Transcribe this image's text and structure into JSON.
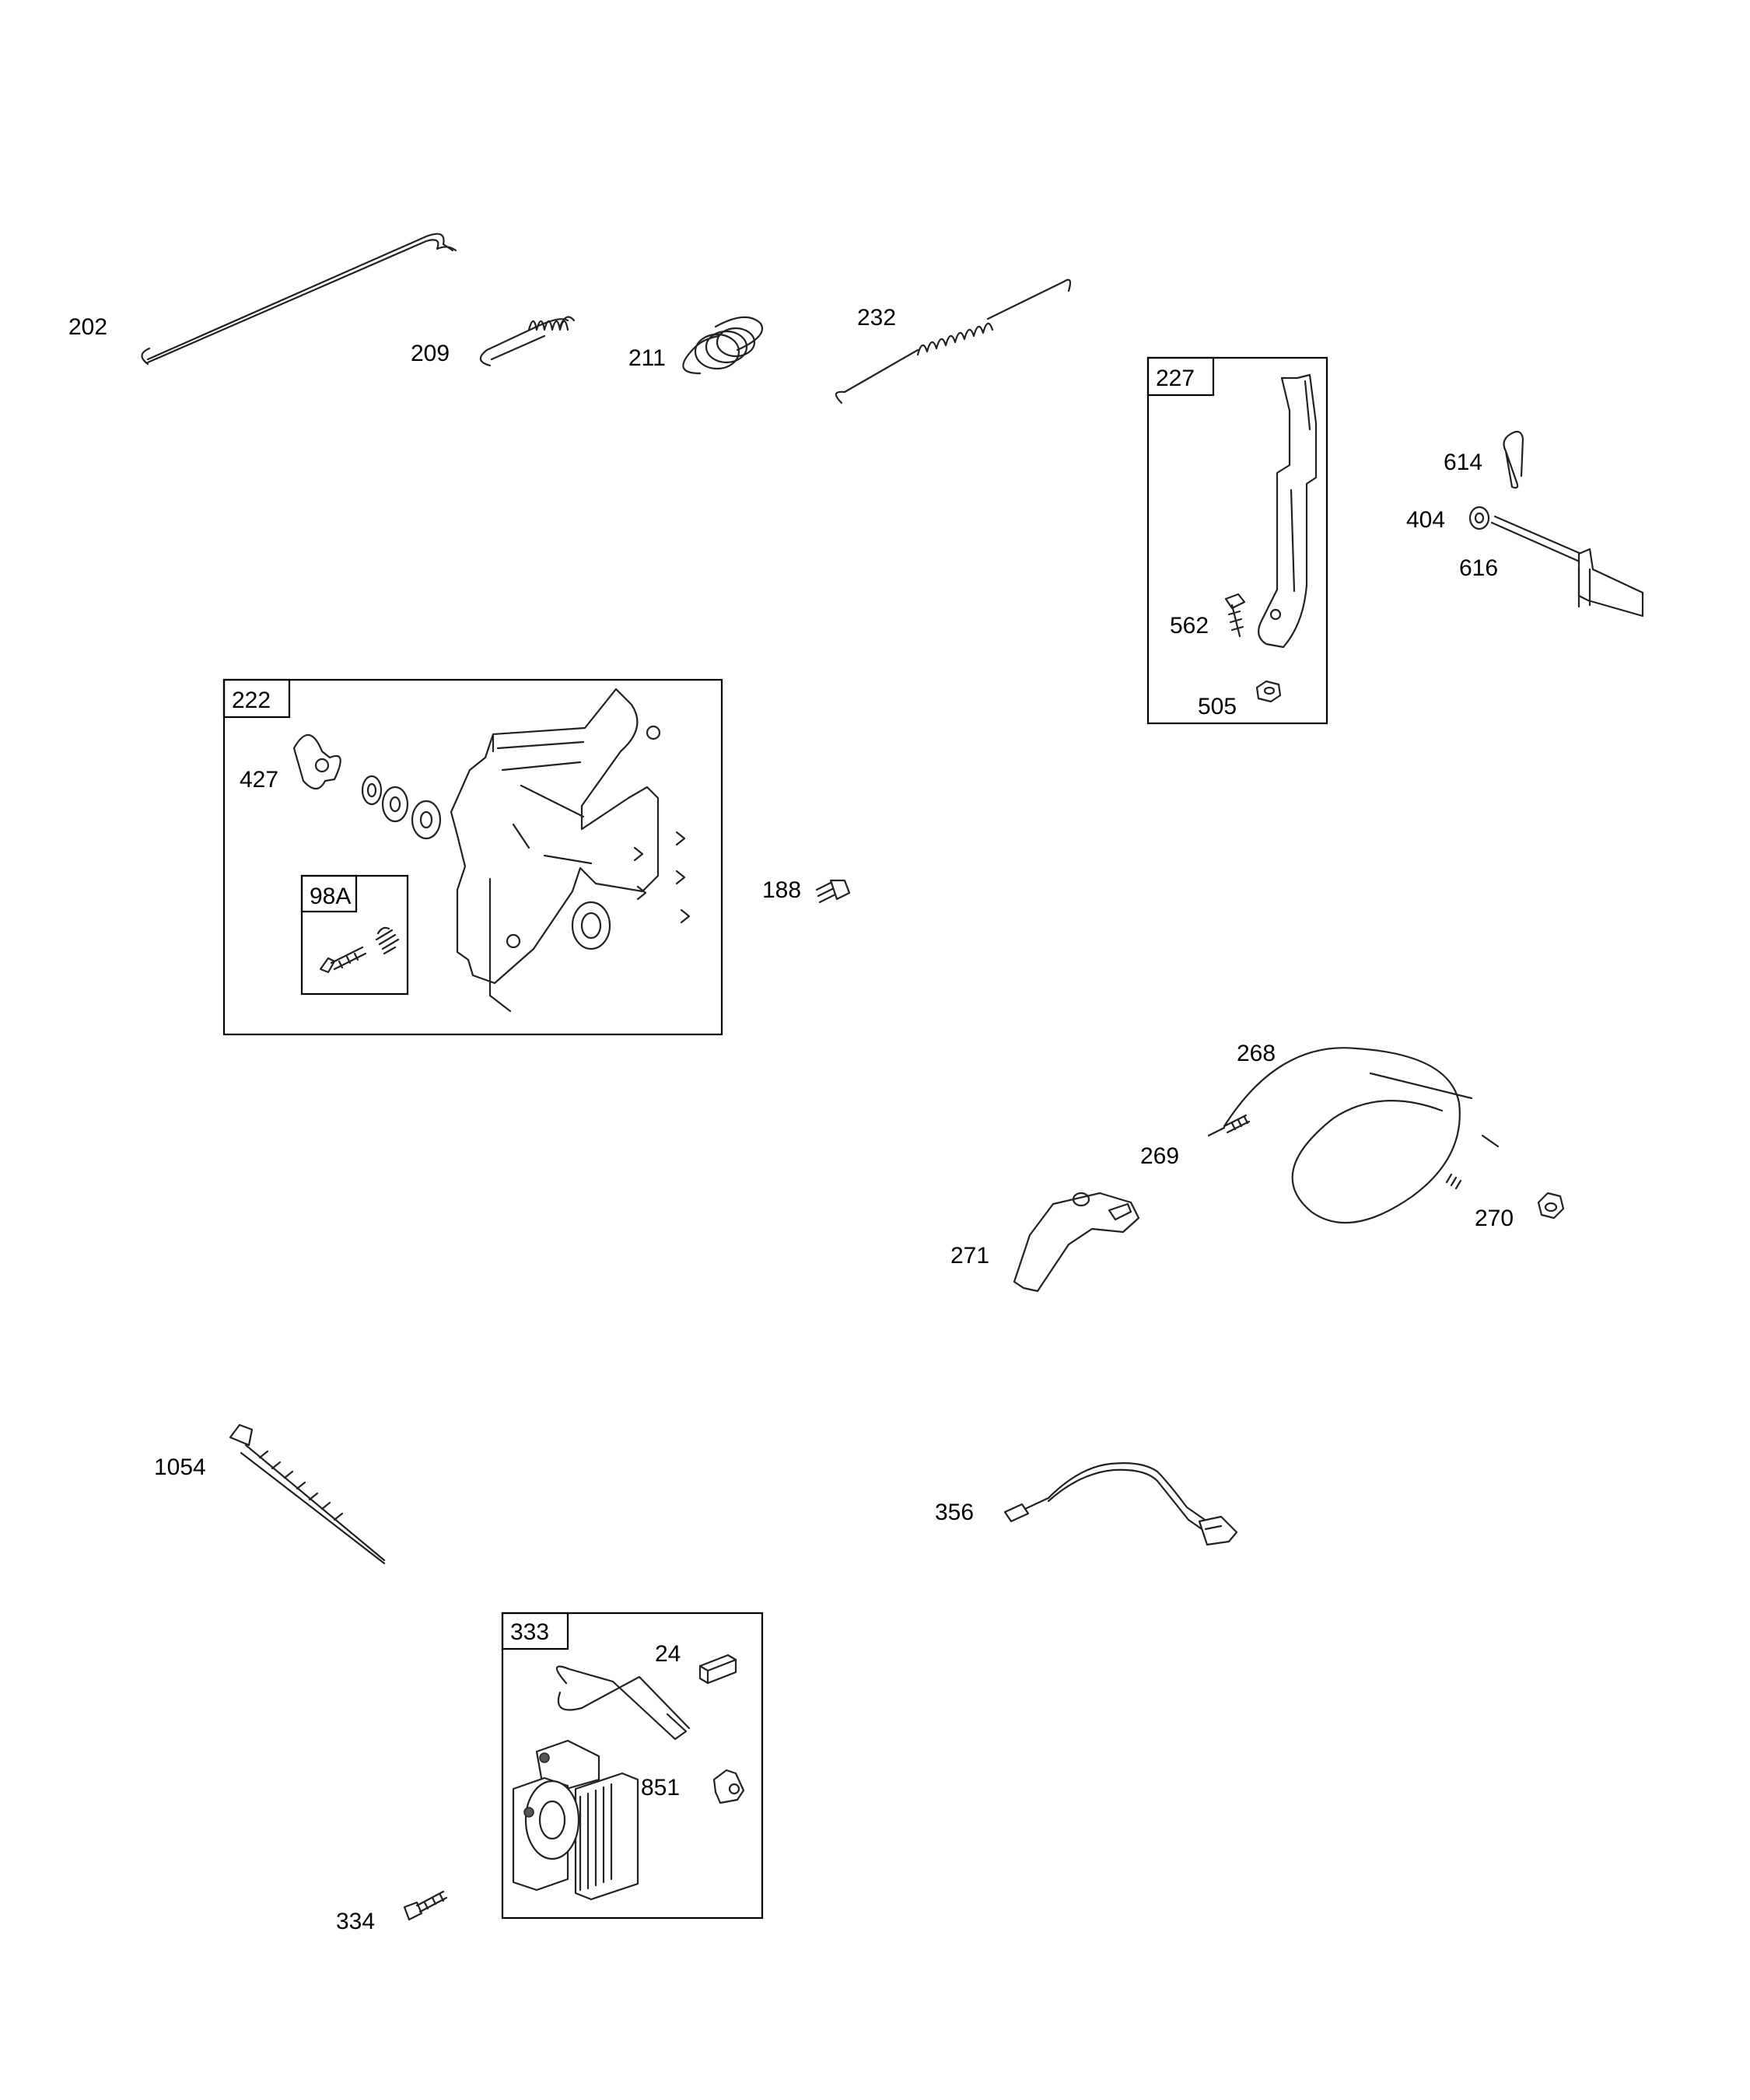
{
  "diagram": {
    "callouts": {
      "p202": "202",
      "p209": "209",
      "p211": "211",
      "p232": "232",
      "p227": "227",
      "p562": "562",
      "p505": "505",
      "p614": "614",
      "p404": "404",
      "p616": "616",
      "p222": "222",
      "p427": "427",
      "p98A": "98A",
      "p188": "188",
      "p268": "268",
      "p269": "269",
      "p270": "270",
      "p271": "271",
      "p1054": "1054",
      "p356": "356",
      "p333": "333",
      "p24": "24",
      "p851": "851",
      "p334": "334"
    }
  }
}
